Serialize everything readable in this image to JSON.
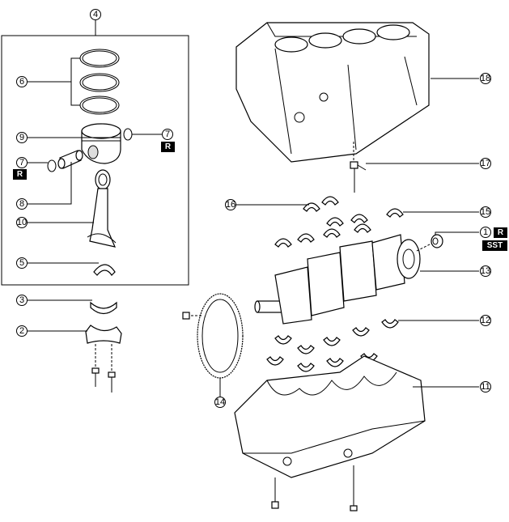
{
  "diagram": {
    "callouts": {
      "c1": "1",
      "c2": "2",
      "c3": "3",
      "c4": "4",
      "c5": "5",
      "c6": "6",
      "c7a": "7",
      "c7b": "7",
      "c8": "8",
      "c9": "9",
      "c10": "10",
      "c11": "11",
      "c12": "12",
      "c13": "13",
      "c14": "14",
      "c15": "15",
      "c16": "16",
      "c17": "17",
      "c18": "18"
    },
    "badges": {
      "r_piston_right": "R",
      "r_piston_left": "R",
      "r_part1": "R",
      "sst_part1": "SST"
    }
  }
}
